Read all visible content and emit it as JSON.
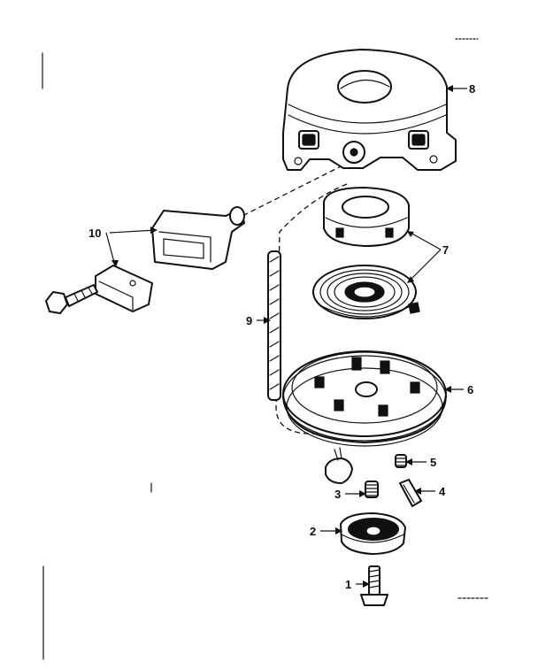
{
  "diagram": {
    "parts": [
      {
        "id": "1",
        "label": "1"
      },
      {
        "id": "2",
        "label": "2"
      },
      {
        "id": "3",
        "label": "3"
      },
      {
        "id": "4",
        "label": "4"
      },
      {
        "id": "5",
        "label": "5"
      },
      {
        "id": "6",
        "label": "6"
      },
      {
        "id": "7",
        "label": "7"
      },
      {
        "id": "8",
        "label": "8"
      },
      {
        "id": "9",
        "label": "9"
      },
      {
        "id": "10",
        "label": "10"
      }
    ],
    "colors": {
      "ink": "#111111",
      "background": "#ffffff"
    }
  }
}
